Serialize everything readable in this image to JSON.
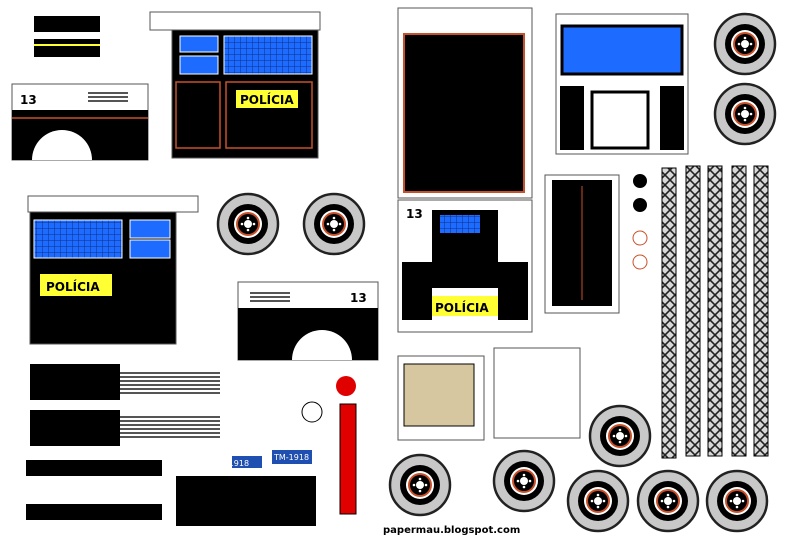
{
  "labels": {
    "unit_number": "13",
    "police": "POLÍCIA",
    "plate": "TM-1918",
    "credit": "papermau.blogspot.com"
  },
  "colors": {
    "body_black": "#000000",
    "trim_red": "#c8502a",
    "glass_blue": "#1e6cff",
    "police_yellow": "#ffff33",
    "tyre_grey": "#c8c8c8",
    "light_red": "#e00000",
    "plate_blue": "#1f4fb0"
  }
}
